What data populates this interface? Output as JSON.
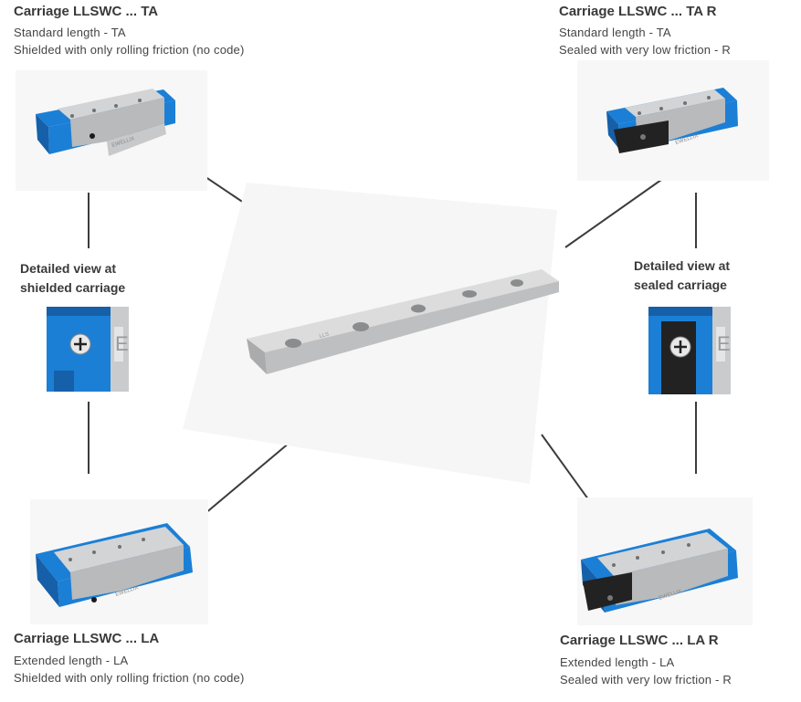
{
  "top_left": {
    "title": "Carriage LLSWC ... TA",
    "line1": "Standard length - TA",
    "line2": "Shielded with only rolling friction (no code)"
  },
  "top_right": {
    "title": "Carriage LLSWC ... TA R",
    "line1": "Standard length - TA",
    "line2": "Sealed with very low friction - R"
  },
  "bottom_left": {
    "title": "Carriage LLSWC ... LA",
    "line1": "Extended length - LA",
    "line2": "Shielded with only rolling friction (no code)"
  },
  "bottom_right": {
    "title": "Carriage LLSWC ... LA R",
    "line1": "Extended length - LA",
    "line2": "Sealed with very low friction - R"
  },
  "detail_left": {
    "line1": "Detailed view at",
    "line2": "shielded carriage"
  },
  "detail_right": {
    "line1": "Detailed view at",
    "line2": "sealed carriage"
  },
  "brand": "EWELLIX",
  "colors": {
    "accent_blue": "#1b7fd6",
    "steel": "#c9cbcd",
    "connector": "#3c3c3c",
    "seal_black": "#222222"
  }
}
